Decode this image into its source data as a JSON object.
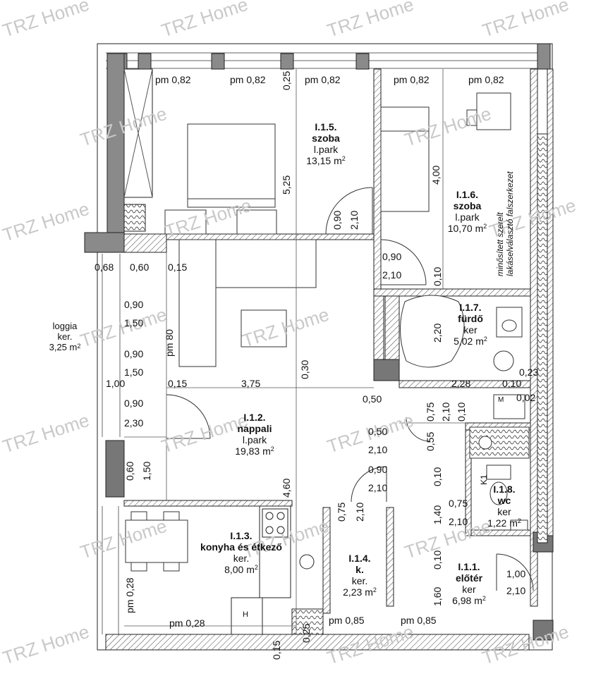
{
  "watermark": "TRZ Home",
  "rooms": {
    "r115": {
      "code": "I.1.5.",
      "name": "szoba",
      "floor": "l.park",
      "area": "13,15 m",
      "unit_sup": "2"
    },
    "r116": {
      "code": "I.1.6.",
      "name": "szoba",
      "floor": "l.park",
      "area": "10,70 m",
      "unit_sup": "2"
    },
    "r117": {
      "code": "I.1.7.",
      "name": "fürdő",
      "floor": "ker",
      "area": "5,02 m",
      "unit_sup": "2"
    },
    "r112": {
      "code": "I.1.2.",
      "name": "nappali",
      "floor": "l.park",
      "area": "19,83 m",
      "unit_sup": "2"
    },
    "r113": {
      "code": "I.1.3.",
      "name": "konyha és étkező",
      "floor": "ker.",
      "area": "8,00 m",
      "unit_sup": "2"
    },
    "r114": {
      "code": "I.1.4.",
      "name": "k.",
      "floor": "ker.",
      "area": "2,23 m",
      "unit_sup": "2"
    },
    "r118": {
      "code": "I.1.8.",
      "name": "wc",
      "floor": "ker",
      "area": "1,22 m",
      "unit_sup": "2"
    },
    "r111": {
      "code": "I.1.1.",
      "name": "előtér",
      "floor": "ker",
      "area": "6,98 m",
      "unit_sup": "2"
    }
  },
  "loggia": {
    "name": "loggia",
    "floor": "ker.",
    "area": "3,25 m",
    "unit_sup": "2"
  },
  "wall_note": {
    "line1": "minősített szerelt",
    "line2": "lakáselválasztó falszerkezet"
  },
  "dims": {
    "pm1": "pm 0,82",
    "pm2": "pm 0,82",
    "pm3": "pm 0,82",
    "pm4": "pm 0,82",
    "pm5": "pm 0,82",
    "d025a": "0,25",
    "d525": "5,25",
    "d400": "4,00",
    "d090a": "0,90",
    "d210a": "2,10",
    "d090b": "0,90",
    "d210b": "2,10",
    "d010a": "0,10",
    "d068": "0,68",
    "d060a": "0,60",
    "d015a": "0,15",
    "d090c": "0,90",
    "d150a": "1,50",
    "d090d": "0,90",
    "d150b": "1,50",
    "d090e": "0,90",
    "d230": "2,30",
    "pm80": "pm 80",
    "d030": "0,30",
    "d220": "2,20",
    "d100a": "1,00",
    "d015b": "0,15",
    "d375": "3,75",
    "d228": "2,28",
    "d010b": "0,10",
    "d023": "0,23",
    "d002": "0,02",
    "mlabel": "M",
    "d050a": "0,50",
    "d050b": "0,50",
    "d210c": "2,10",
    "d075a": "0,75",
    "d210d": "2,10",
    "d010c": "0,10",
    "d055": "0,55",
    "d060b": "0,60",
    "d150c": "1,50",
    "d460": "4,60",
    "d090f": "0,90",
    "d210e": "2,10",
    "d075b": "0,75",
    "d210f": "2,10",
    "k1": "K1",
    "d010d": "0,10",
    "d140": "1,40",
    "d075c": "0,75",
    "d210g": "2,10",
    "d010e": "0,10",
    "d160": "1,60",
    "d100b": "1,00",
    "d210h": "2,10",
    "pm028a": "pm 0,28",
    "pm028b": "pm 0,28",
    "hlabel": "H",
    "pm085a": "pm 0,85",
    "pm085b": "pm 0,85",
    "d015c": "0,15",
    "d025b": "0,25"
  }
}
